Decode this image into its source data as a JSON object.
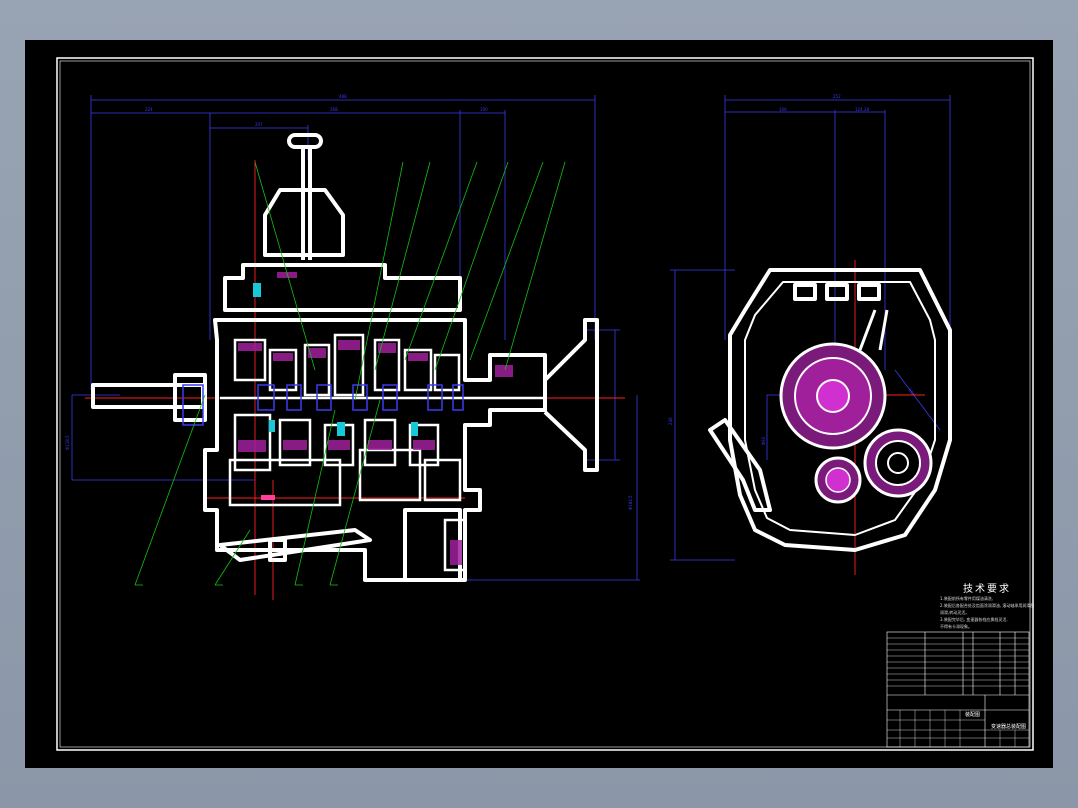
{
  "sheet": {
    "tech_requirements_title": "技术要求",
    "tech_requirements_lines": [
      "1.装配前所有零件用煤油清洗,",
      "2.装配后各配合处及齿面涂润滑油, 滚动轴承用润滑脂",
      "润滑,转动灵活。",
      "3.装配完毕后, 变速器各档应换档灵活,",
      "不得有卡滞现象。"
    ],
    "title_block": {
      "name": "变速器总装配图",
      "stamp": "装配图"
    }
  },
  "colors": {
    "background": "#000000",
    "outline": "#ffffff",
    "dimension": "#3a3af0",
    "leader": "#10c010",
    "section": "#ff2020",
    "hatch": "#a0209c",
    "bearing": "#19c8d8"
  }
}
